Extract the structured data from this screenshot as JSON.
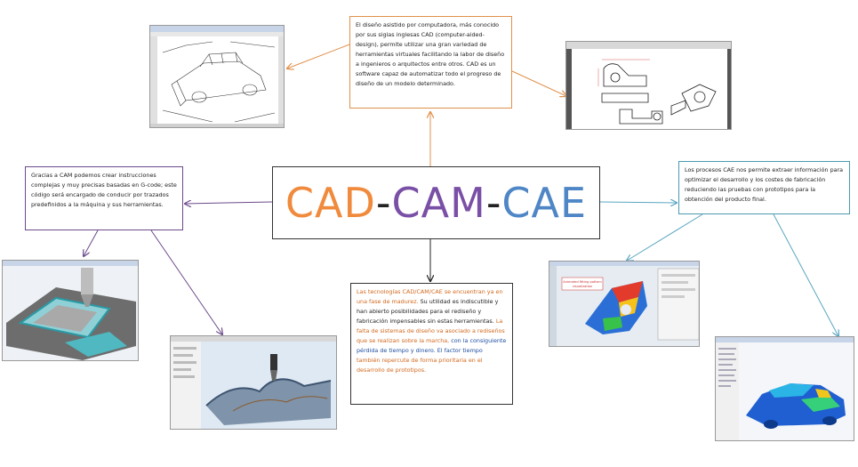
{
  "title": {
    "cad": "CAD",
    "sep1": "-",
    "cam": "CAM",
    "sep2": "-",
    "cae": "CAE"
  },
  "colors": {
    "cad": "#f08a3c",
    "cam": "#7a4fa6",
    "cae": "#4f86c6",
    "sep": "#222222",
    "line_cad": "#e0904a",
    "line_cam": "#6b4a8a",
    "line_cae": "#5aa6c0",
    "bottom_blue": "#1f4fa0",
    "bottom_orange": "#d2691e"
  },
  "cad_box": {
    "text": "El diseño asistido por computadora, más conocido por sus siglas inglesas CAD (computer-aided-design), permite utilizar una gran variedad de herramientas virtuales facilitando la labor de diseño a ingenieros o arquitectos entre otros. CAD es un software capaz de automatizar todo el progreso de diseño de un modelo determinado."
  },
  "cam_box": {
    "text": "Gracias a CAM podemos crear instrucciones complejas y muy precisas basadas en G-code; este código será encargado de conducir por trazados predefinidos a la máquina y sus herramientas."
  },
  "cae_box": {
    "text": "Los procesos CAE nos permite extraer información para optimizar el desarrollo y los costes de fabricación reduciendo las pruebas con prototipos para la obtención del producto final."
  },
  "bottom_box": {
    "part1": "Las tecnologías CAD/CAM/CAE se encuentran ya en una fase de madurez.",
    "part2": " Su utilidad es indiscutible y han abierto posibilidades para el rediseño y fabricación impensables sin estas herramientas.",
    "part3": " La falta de sistemas de diseño va asociado a rediseños que se realizan sobre la marcha,",
    "part4": " con la consiguiente pérdida de tiempo y dinero. El factor tiempo",
    "part5": " también repercute de forma prioritaria en el desarrollo de prototipos."
  },
  "fea_label": {
    "line1": "Animated fitting pattern",
    "line2": "visualization"
  },
  "icons": [
    "car-cad-icon",
    "mechanical-drawing-icon",
    "cnc-mill-icon",
    "cam-toolpath-icon",
    "fea-part-icon",
    "car-cae-icon"
  ]
}
